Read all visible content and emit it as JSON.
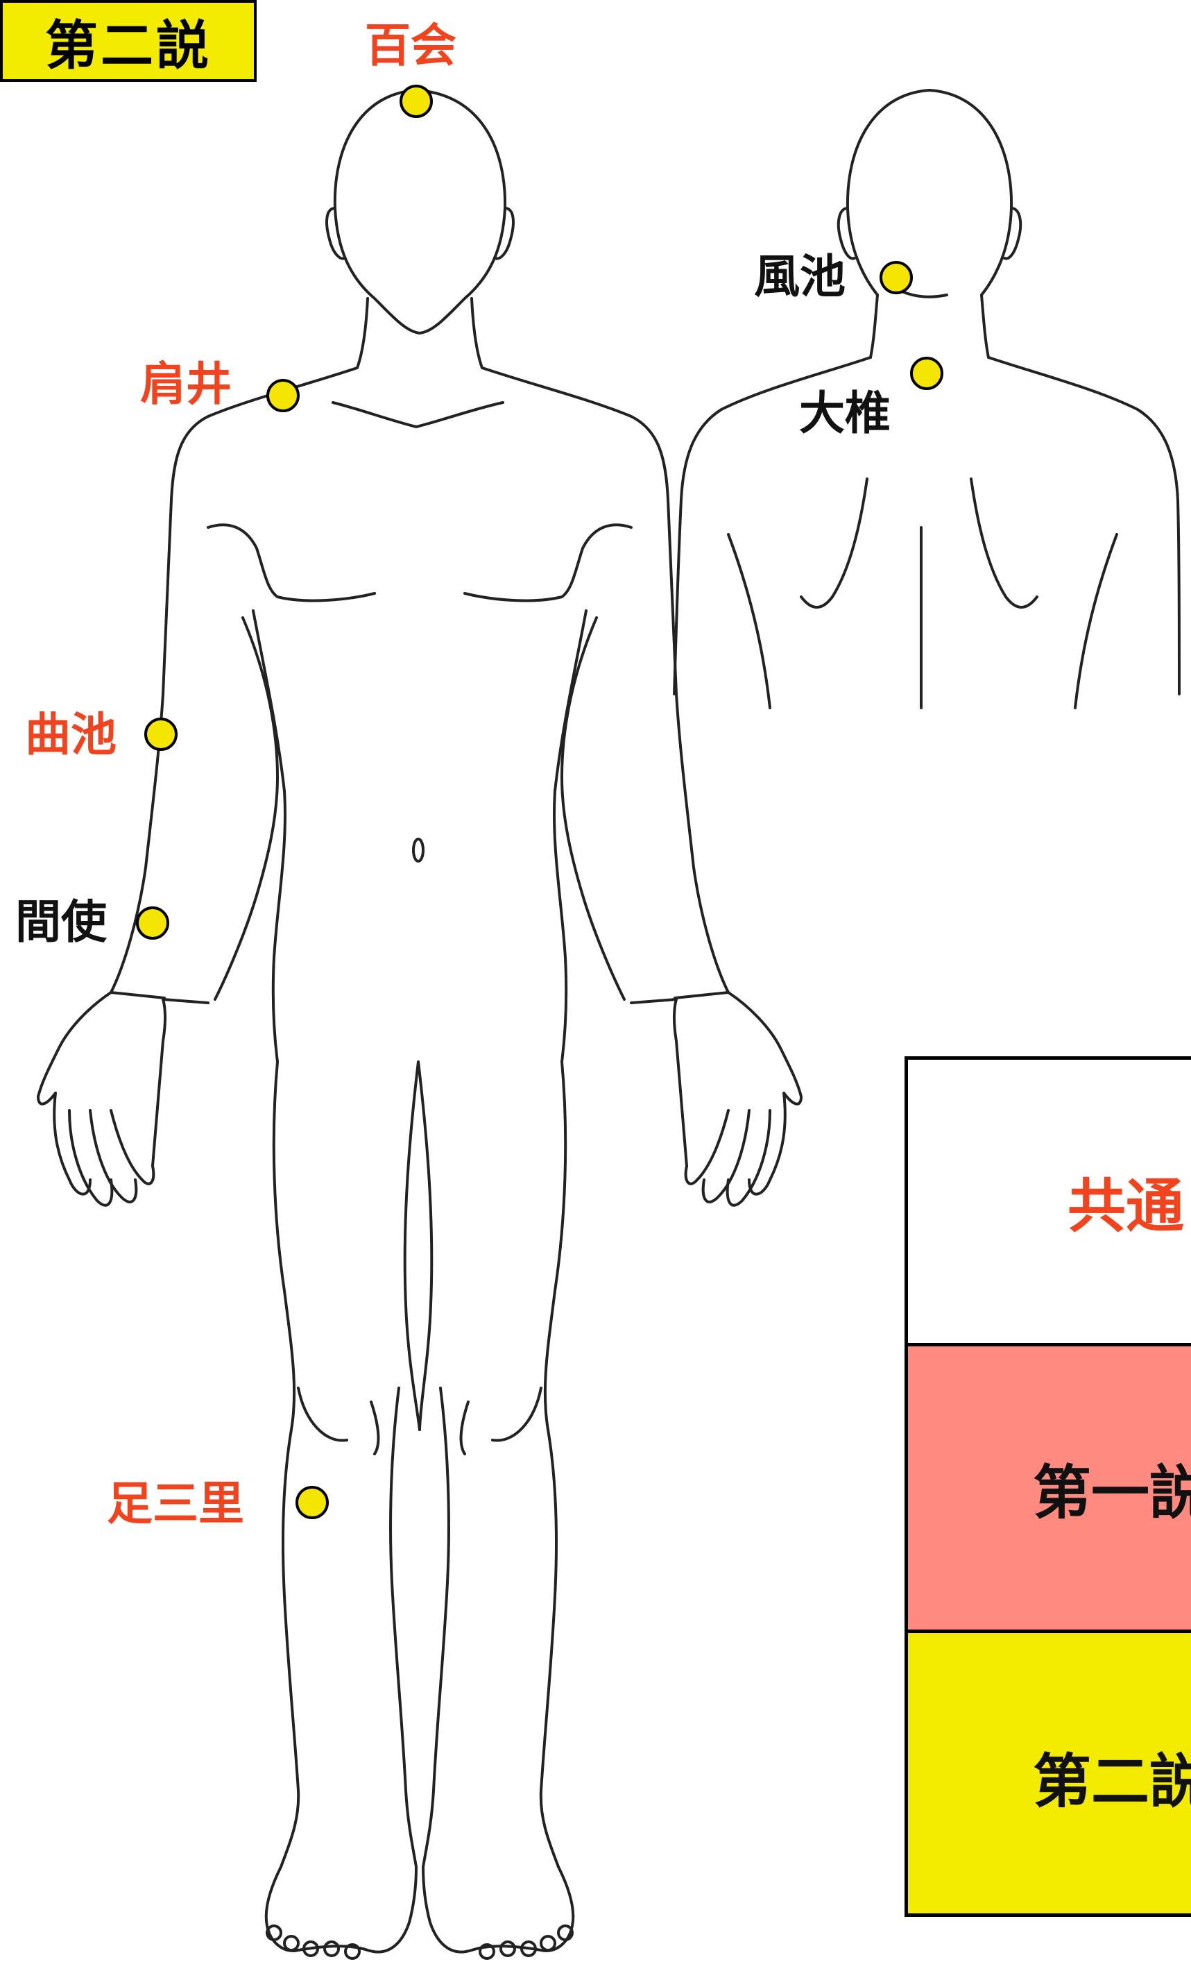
{
  "badge": "第二説",
  "points": {
    "hyakue": "百会",
    "kensei": "肩井",
    "kyokuchi": "曲池",
    "kanshi": "間使",
    "ashisanri": "足三里",
    "fuchi": "風池",
    "daitsui": "大椎"
  },
  "legend": {
    "common": "共通",
    "first": "第一説",
    "second": "第二説"
  },
  "colors": {
    "point_fill": "#f4e600",
    "label_red": "#f0431e",
    "label_black": "#111111",
    "legend_first_bg": "#ff8b80",
    "legend_second_bg": "#f4ec00"
  }
}
